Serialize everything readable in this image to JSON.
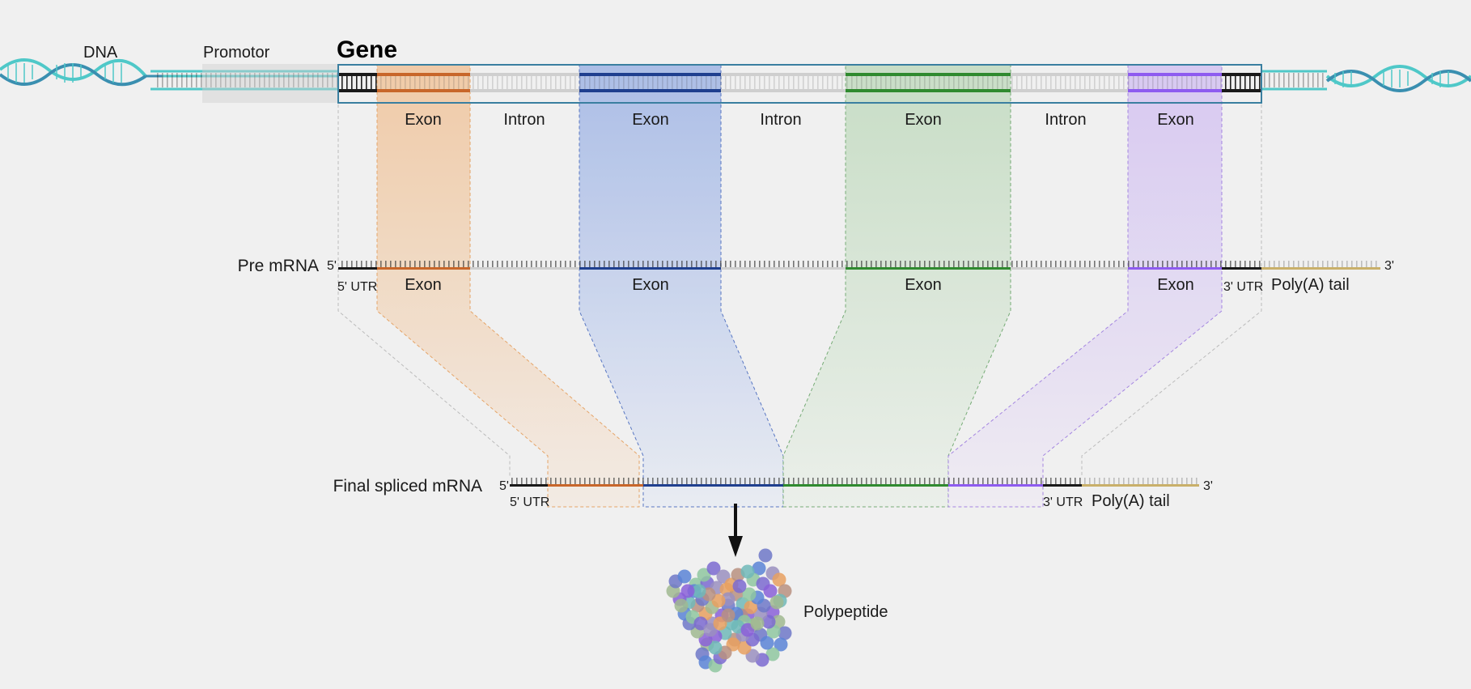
{
  "labels": {
    "dna": "DNA",
    "promotor": "Promotor",
    "gene": "Gene",
    "pre_mrna": "Pre mRNA",
    "final_mrna": "Final spliced mRNA",
    "polypeptide": "Polypeptide",
    "five_prime": "5'",
    "three_prime": "3'",
    "five_utr": "5' UTR",
    "three_utr": "3' UTR",
    "polya_tail": "Poly(A) tail"
  },
  "gene_segments": [
    {
      "type": "Exon",
      "color": "#c8662a"
    },
    {
      "type": "Intron"
    },
    {
      "type": "Exon",
      "color": "#1f3f8f"
    },
    {
      "type": "Intron"
    },
    {
      "type": "Exon",
      "color": "#2f8a2f"
    },
    {
      "type": "Intron"
    },
    {
      "type": "Exon",
      "color": "#8e5bf0"
    }
  ],
  "colors": {
    "dna_strand": "#4fc8c8",
    "dna_dark": "#3a8fb0",
    "utr": "#1a1a1a",
    "intron": "#c8c8c8",
    "polya": "#c9b06a",
    "gene_box": "#3a7fa0",
    "exon_orange": "#c8662a",
    "exon_blue": "#1f3f8f",
    "exon_green": "#2f8a2f",
    "exon_purple": "#8e5bf0"
  }
}
